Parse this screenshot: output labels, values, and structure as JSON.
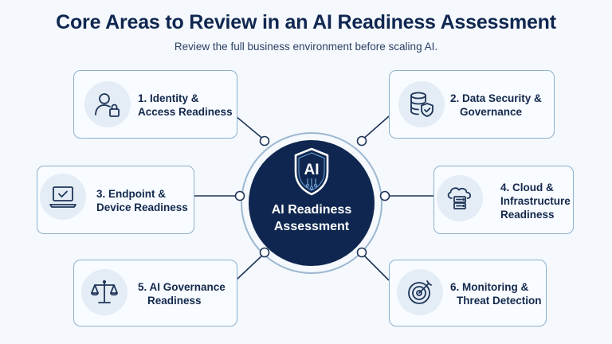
{
  "title": "Core Areas to Review in an AI Readiness Assessment",
  "subtitle": "Review the full business environment before scaling AI.",
  "hub": {
    "badge": "AI",
    "line1": "AI Readiness",
    "line2": "Assessment"
  },
  "areas": [
    {
      "line1": "1. Identity &",
      "line2": "Access Readiness",
      "icon": "user-lock-icon"
    },
    {
      "line1": "2. Data Security &",
      "line2": "Governance",
      "icon": "database-shield-icon"
    },
    {
      "line1": "3. Endpoint &",
      "line2": "Device Readiness",
      "icon": "laptop-check-icon"
    },
    {
      "line1": "4. Cloud &",
      "line2": "Infrastructure",
      "line3": "Readiness",
      "icon": "cloud-server-icon"
    },
    {
      "line1": "5. AI Governance",
      "line2": "Readiness",
      "icon": "scales-icon"
    },
    {
      "line1": "6. Monitoring &",
      "line2": "Threat Detection",
      "icon": "target-icon"
    }
  ],
  "colors": {
    "navy": "#0f2750",
    "card_border": "#8eb0cf",
    "icon_bg": "#e4edf6",
    "background": "#f5f8fc"
  }
}
